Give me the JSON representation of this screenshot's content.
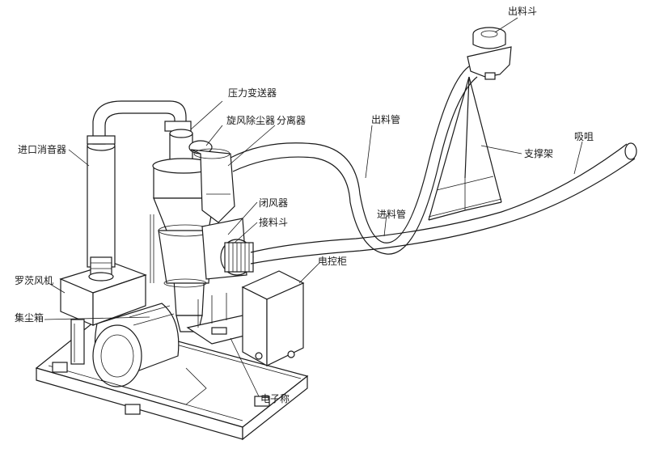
{
  "labels": {
    "outlet_hopper": "出料斗",
    "pressure_conveyor": "压力变送器",
    "cyclone_dust_collector": "旋风除尘器",
    "separator": "分离器",
    "outlet_pipe": "出料管",
    "support_frame": "支撑架",
    "suction_nozzle": "吸咀",
    "inlet_silencer": "进口消音器",
    "rotary_valve": "闭风器",
    "receiving_hopper": "接料斗",
    "inlet_pipe": "进料管",
    "control_cabinet": "电控柜",
    "roots_blower": "罗茨风机",
    "dust_box": "集尘箱",
    "electronic_scale": "电子称"
  }
}
